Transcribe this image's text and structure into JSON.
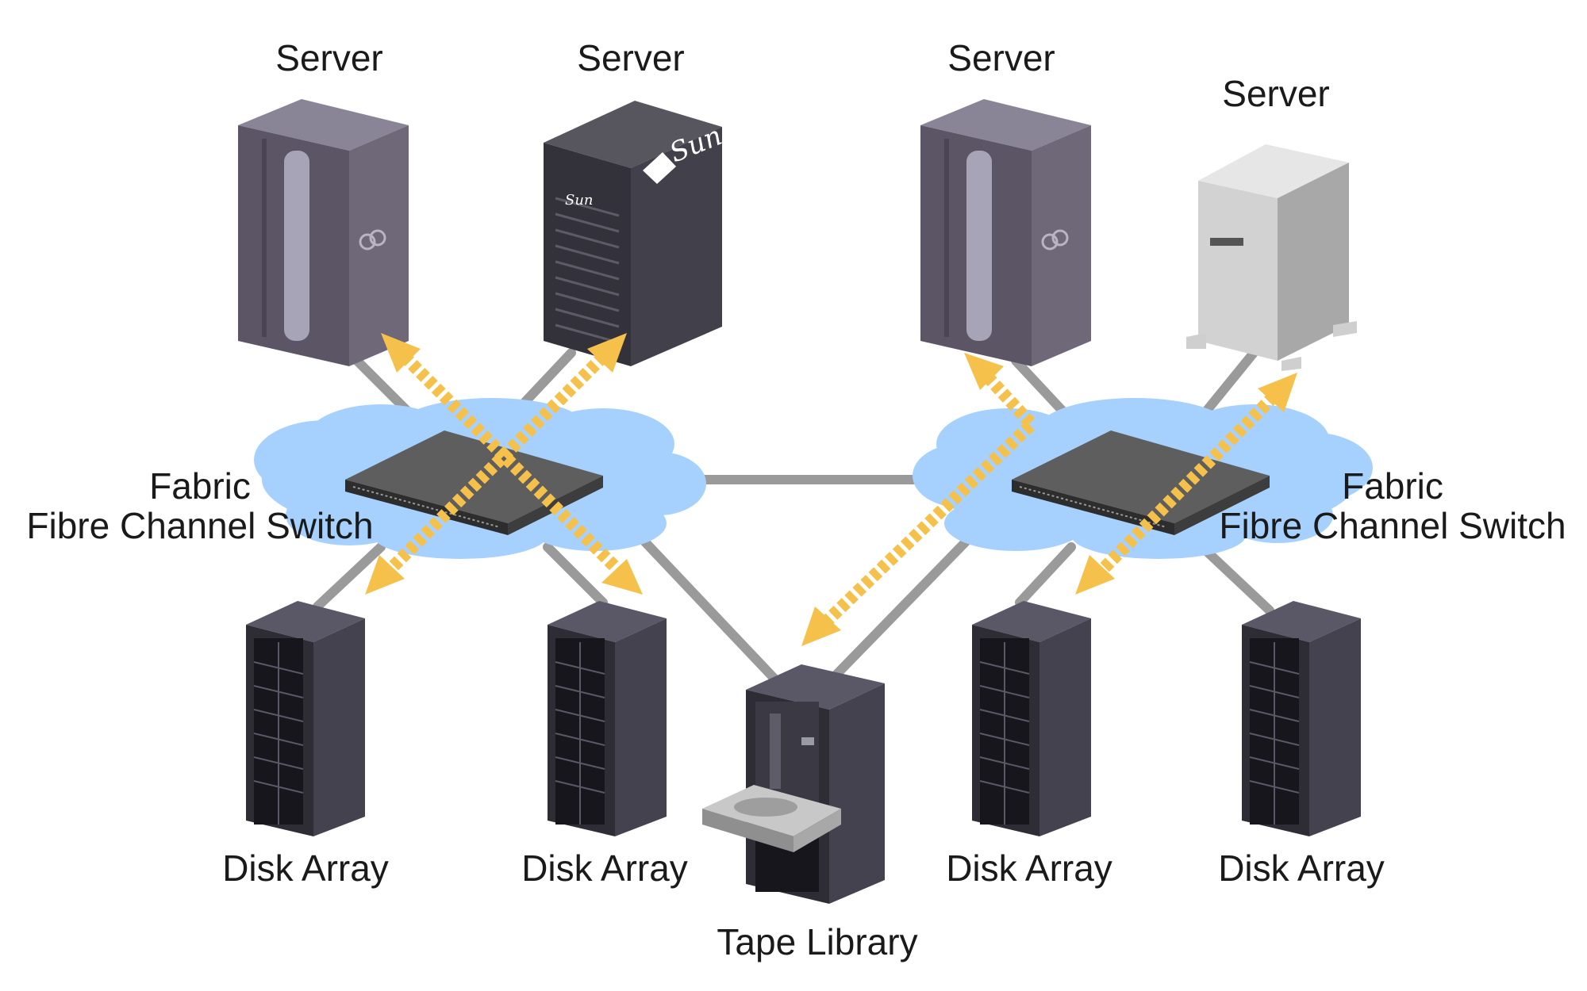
{
  "labels": {
    "server_1": "Server",
    "server_2": "Server",
    "server_3": "Server",
    "server_4": "Server",
    "fabric_left_line1": "Fabric",
    "fabric_left_line2": "Fibre Channel Switch",
    "fabric_right_line1": "Fabric",
    "fabric_right_line2": "Fibre Channel Switch",
    "disk_array_1": "Disk Array",
    "disk_array_2": "Disk Array",
    "disk_array_3": "Disk Array",
    "disk_array_4": "Disk Array",
    "tape_library": "Tape Library"
  },
  "server_logos": {
    "server_2_brand": "Sun"
  },
  "colors": {
    "cloud": "#99ccff",
    "cable": "#999999",
    "arrow": "#f5c14a",
    "rack_dark": "#3d3c47",
    "rack_purple": "#5d5668",
    "tower_light": "#d8d8d8"
  }
}
